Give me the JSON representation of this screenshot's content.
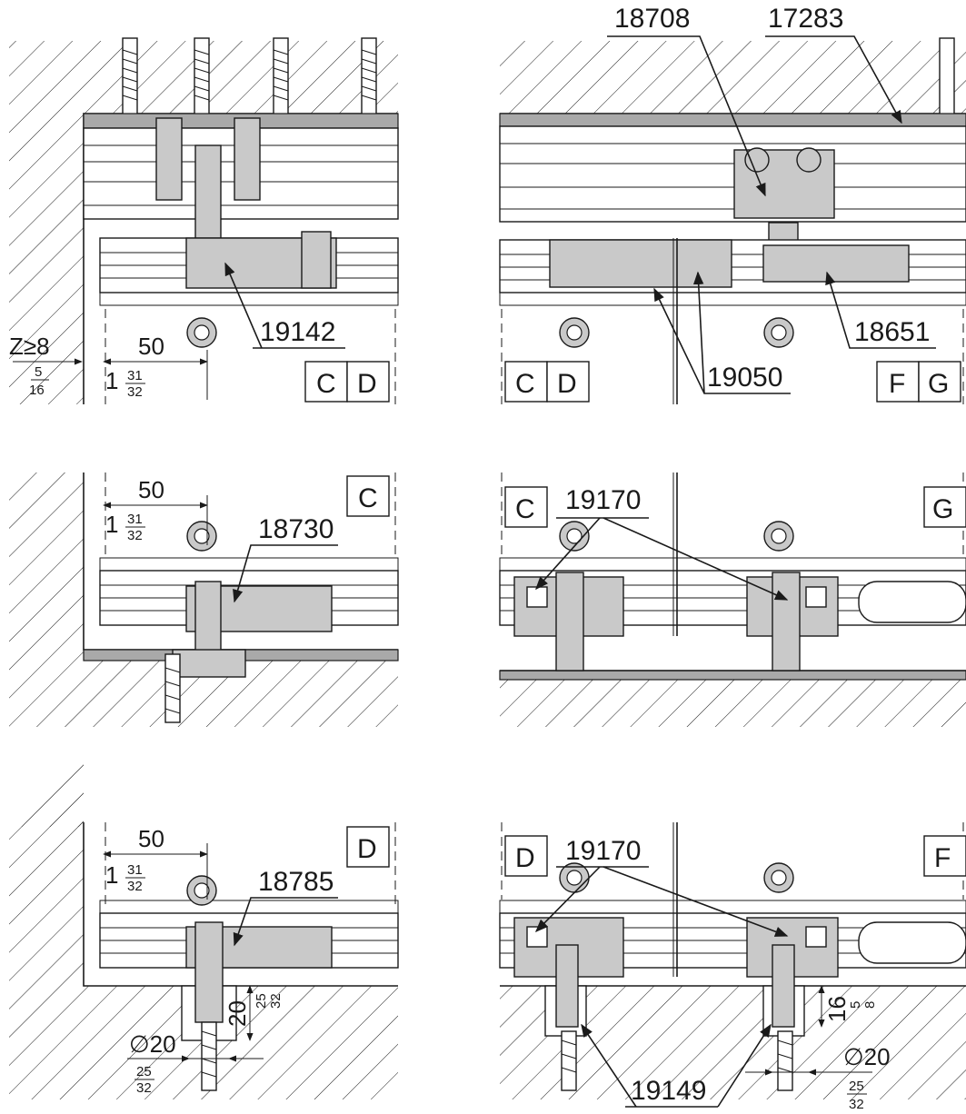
{
  "panels": {
    "top_left": {
      "part": "19142",
      "dim_z": "Z≥8",
      "dim_z_inch_num": "5",
      "dim_z_inch_den": "16",
      "dim_mm": "50",
      "dim_in_whole": "1",
      "dim_in_num": "31",
      "dim_in_den": "32",
      "boxes": [
        "C",
        "D"
      ]
    },
    "top_right": {
      "parts": [
        "18708",
        "17283",
        "18651",
        "19050"
      ],
      "boxes_left": [
        "C",
        "D"
      ],
      "boxes_right": [
        "F",
        "G"
      ]
    },
    "mid_left": {
      "part": "18730",
      "dim_mm": "50",
      "dim_in_whole": "1",
      "dim_in_num": "31",
      "dim_in_den": "32",
      "box": "C"
    },
    "mid_right": {
      "part": "19170",
      "box_left": "C",
      "box_right": "G"
    },
    "bot_left": {
      "part": "18785",
      "dim_mm": "50",
      "dim_in_whole": "1",
      "dim_in_num": "31",
      "dim_in_den": "32",
      "box": "D",
      "depth_mm": "20",
      "depth_in_num": "25",
      "depth_in_den": "32",
      "dia": "∅20",
      "dia_in_num": "25",
      "dia_in_den": "32"
    },
    "bot_right": {
      "part": "19170",
      "part2": "19149",
      "box_left": "D",
      "box_right": "F",
      "depth_mm": "16",
      "depth_in_num": "5",
      "depth_in_den": "8",
      "dia": "∅20",
      "dia_in_num": "25",
      "dia_in_den": "32"
    }
  }
}
